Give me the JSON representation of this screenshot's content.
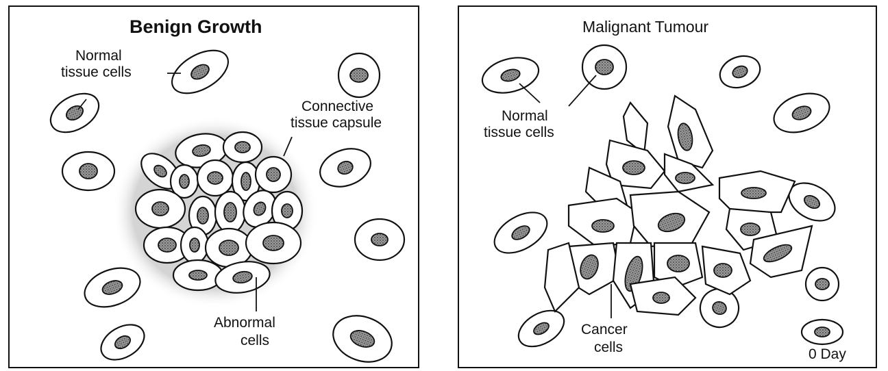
{
  "left_panel": {
    "title": "Benign Growth",
    "labels": {
      "normal_cells": [
        "Normal",
        "tissue cells"
      ],
      "capsule": [
        "Connective",
        "tissue capsule"
      ],
      "abnormal": [
        "Abnormal",
        "cells"
      ]
    }
  },
  "right_panel": {
    "title": "Malignant Tumour",
    "labels": {
      "normal_cells": [
        "Normal",
        "tissue cells"
      ],
      "cancer": [
        "Cancer",
        "cells"
      ],
      "day": "0 Day"
    }
  }
}
